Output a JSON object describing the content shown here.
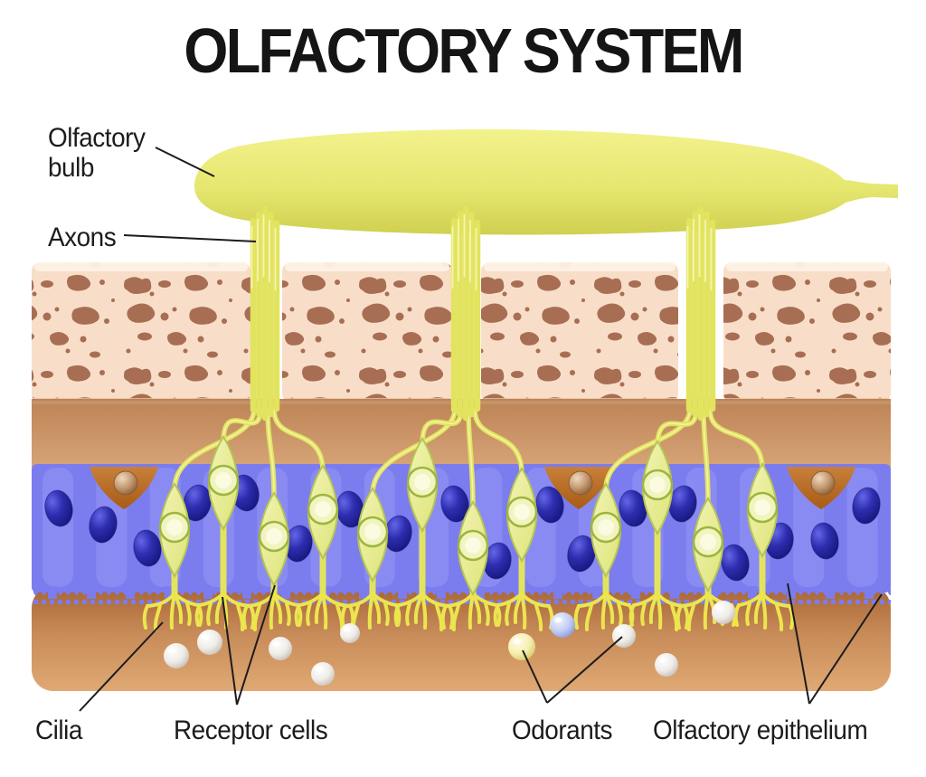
{
  "title": "OLFACTORY SYSTEM",
  "labels": {
    "olfactory_bulb": "Olfactory bulb",
    "axons": "Axons",
    "cilia": "Cilia",
    "receptor_cells": "Receptor cells",
    "odorants": "Odorants",
    "olfactory_epithelium": "Olfactory epithelium"
  },
  "colors": {
    "background": "#ffffff",
    "text": "#1c1c1c",
    "leader_line": "#1c1c1c",
    "bulb_light": "#f2f28c",
    "bulb_mid": "#e6e770",
    "bulb_dark": "#cfd050",
    "axon": "#e2e35e",
    "axon_highlight": "#f7f7b8",
    "bone_bg": "#f8dec8",
    "bone_spot": "#a86e53",
    "bone_top_highlight": "#fdf1e6",
    "lamina_top": "#bd8355",
    "lamina_bottom": "#d6a478",
    "epithelium_blue": "#7b7cee",
    "epithelium_column": "#9597f6",
    "nucleus_dark": "#191984",
    "nucleus_mid": "#2e2eb0",
    "nucleus_light": "#6565e8",
    "supporting_cell_light": "#c8803a",
    "supporting_cell_dark": "#a85c16",
    "supporting_nucleus": "#c59a72",
    "receptor_body_light": "#f2f4b4",
    "receptor_body_dark": "#dde478",
    "receptor_outline": "#b5c456",
    "receptor_nucleus_ring": "#9db63d",
    "receptor_nucleus": "#f1f4be",
    "cilia": "#ebe54e",
    "mucus_top": "#a86434",
    "mucus_mid": "#c78b58",
    "mucus_bottom": "#e0a974",
    "odorant_white": "#efece7",
    "odorant_yellow": "#f6efae",
    "odorant_blue": "#c3cdf2"
  }
}
